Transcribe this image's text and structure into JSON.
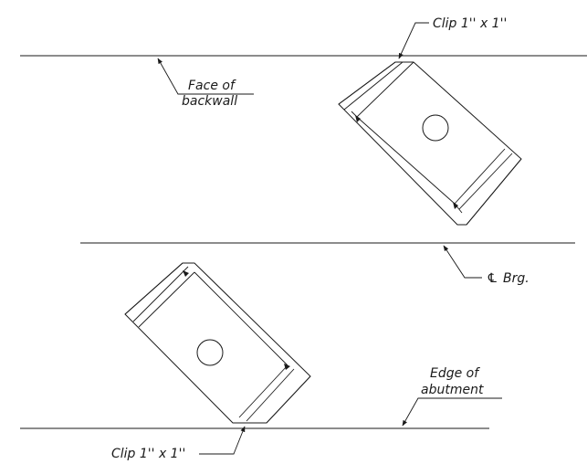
{
  "labels": {
    "clip_top": "Clip 1'' x 1''",
    "face_line1": "Face of",
    "face_line2": "backwall",
    "cl_symbol": "℄",
    "cl_text": "Brg.",
    "edge_line1": "Edge of",
    "edge_line2": "abutment",
    "clip_bottom": "Clip 1'' x 1''"
  }
}
